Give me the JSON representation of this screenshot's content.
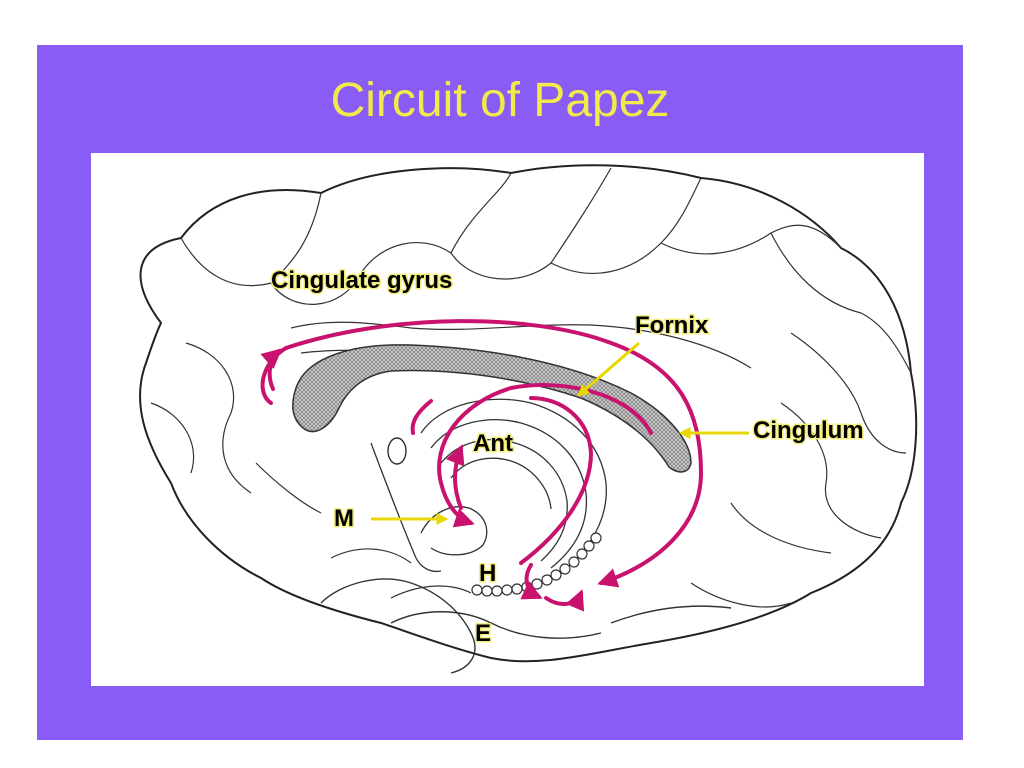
{
  "slide": {
    "title": "Circuit of Papez",
    "background_color": "#8a5cf6",
    "title_color": "#f2ea4a"
  },
  "diagram": {
    "labels": {
      "cingulate_gyrus": "Cingulate gyrus",
      "fornix": "Fornix",
      "cingulum": "Cingulum",
      "ant": "Ant",
      "m": "M",
      "h": "H",
      "e": "E"
    },
    "colors": {
      "circuit_path": "#c8126e",
      "pointer_arrow": "#e8d800",
      "corpus_callosum": "#a9a9a9",
      "outline": "#222222"
    }
  }
}
